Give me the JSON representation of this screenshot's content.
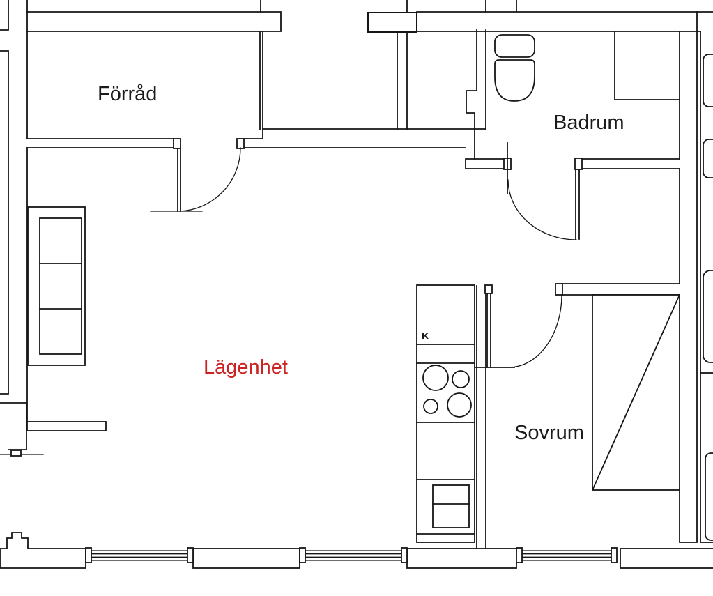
{
  "plan": {
    "type": "apartment-floor-plan",
    "colors": {
      "wall": "#161616",
      "highlight_red": "#cc2222",
      "background": "#ffffff"
    },
    "labels": {
      "storage": {
        "text": "Förråd",
        "color": "#1a1a1a"
      },
      "bathroom": {
        "text": "Badrum",
        "color": "#1a1a1a"
      },
      "apartment": {
        "text": "Lägenhet",
        "color": "#cc2222"
      },
      "bedroom": {
        "text": "Sovrum",
        "color": "#1a1a1a"
      },
      "kitchen_marker": {
        "text": "K",
        "color": "#1a1a1a"
      }
    }
  }
}
